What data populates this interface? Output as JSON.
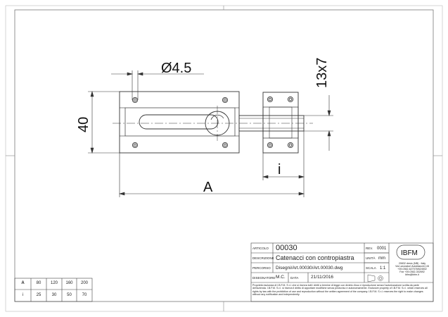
{
  "dimensions": {
    "hole_diameter": "Ø4.5",
    "body_height": "40",
    "strike_size": "13x7",
    "gap": "i",
    "length": "A"
  },
  "title_block": {
    "articolo_label": "ARTICOLO",
    "articolo_value": "00030",
    "rev_label": "REV.",
    "rev_value": "0001",
    "descrizione_label": "DESCRIZIONE",
    "descrizione_value": "Catenacci con contropiastra",
    "percorso_label": "PERCORSO",
    "percorso_value": "Disegni/Art.00030/Art.00030.dwg",
    "unita_label": "UNITÀ",
    "unita_value": "mm",
    "scala_label": "SCALA",
    "scala_value": "1:1",
    "disegnatore_label": "DISEGNATORE",
    "disegnatore_value": "M.C.",
    "data_label": "DATA",
    "data_value": "21/11/2016",
    "logo_text": "IBFM",
    "company_lines": [
      "20832 desio (MB) - Italy",
      "Via Lavoratori Autobianchi,1/8",
      "+39-0362-627078/624502",
      "Fax +39-0362-302692",
      "ibfm@ibfm.it"
    ],
    "legal_text": "Proprietà esclusiva di I.B.F.M. S.r.l. che si riserva tutti i diritti a termine di legge con divieto d'uso e riproduzione senza l'autorizzazione scritta da parte dell'azienda. I.B.F.M. S.r.l. si riserva il diritto di apportare modifiche senza preavviso e autonomamente. Exclusive property of I.B.F.M. S.r.l. which reserves all rights by law with the prohibition of use and reproduction without the written agreement of the company. I.B.F.M. S.r.l. reserves the right to make changes without any notification and independently."
  },
  "size_table": {
    "rows": [
      {
        "header": "A",
        "values": [
          "80",
          "120",
          "160",
          "200"
        ]
      },
      {
        "header": "i",
        "values": [
          "25",
          "30",
          "50",
          "70"
        ]
      }
    ]
  }
}
